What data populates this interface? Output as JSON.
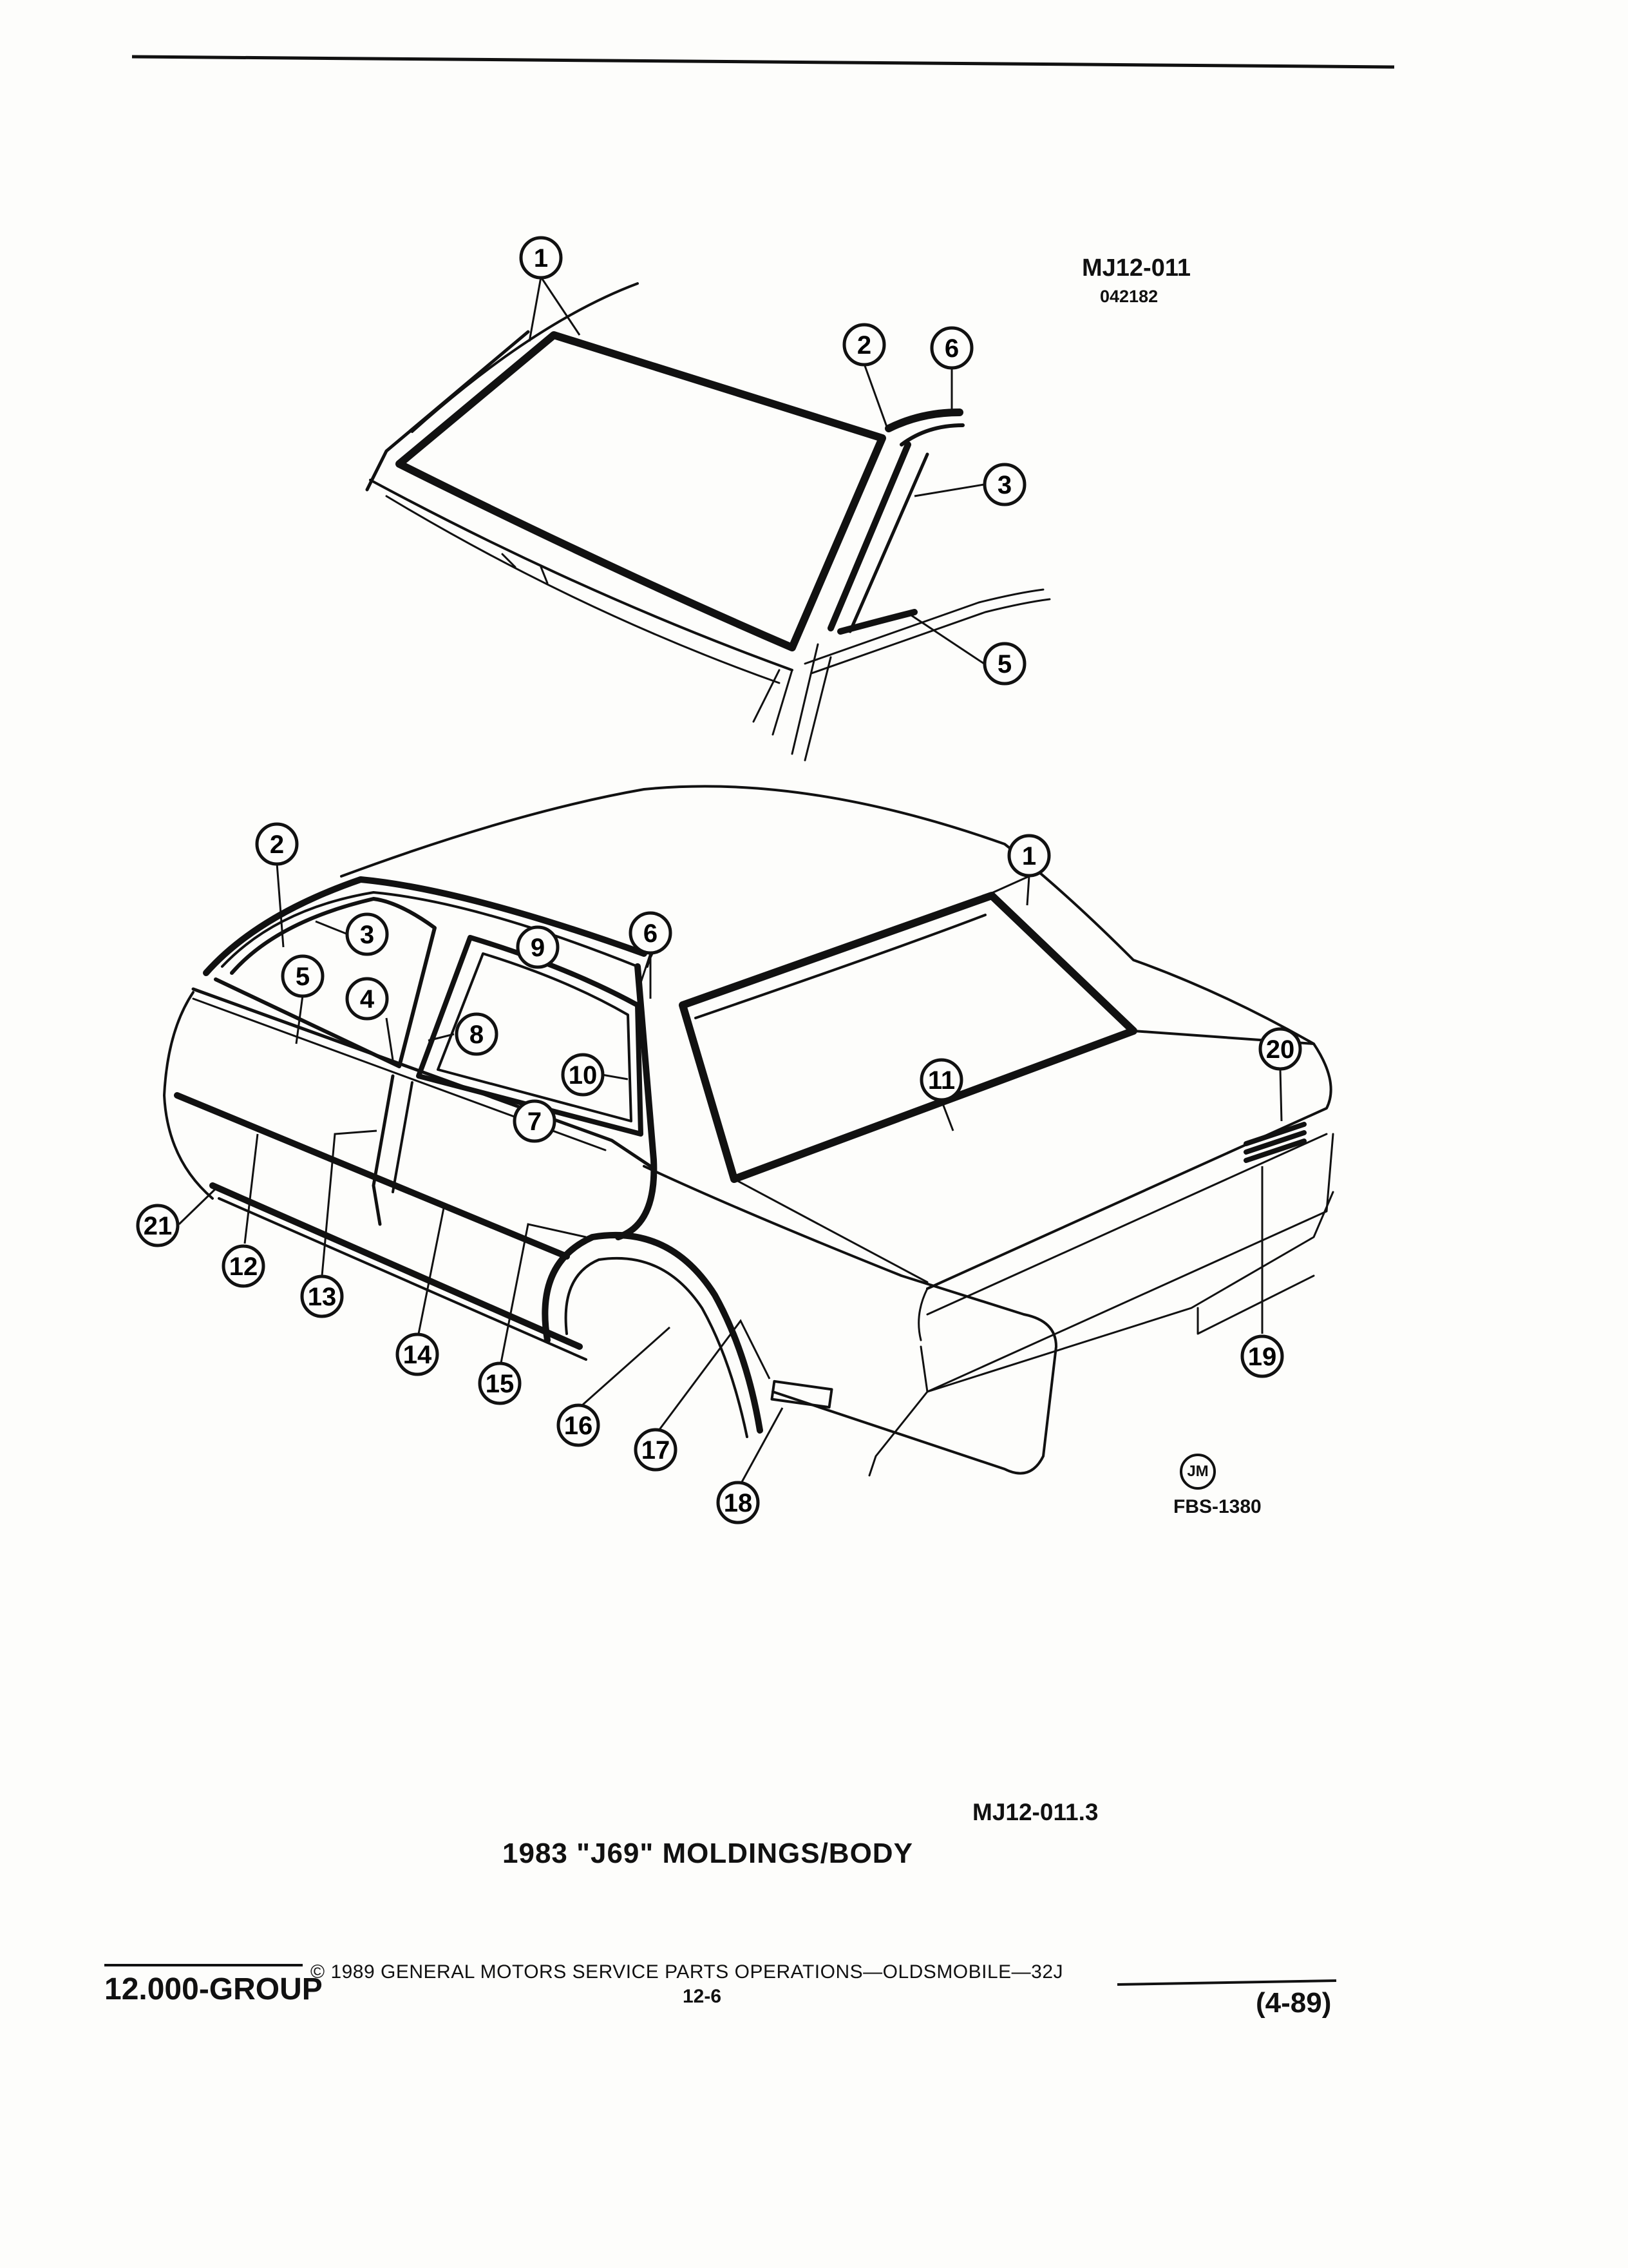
{
  "diagram": {
    "figure_code": "MJ12-011",
    "figure_date": "042182",
    "illustrator_mark": "JM",
    "illustration_code": "FBS-1380",
    "sub_code": "MJ12-011.3",
    "title": "1983 \"J69\" MOLDINGS/BODY"
  },
  "callouts_top": [
    {
      "label": "1"
    },
    {
      "label": "2"
    },
    {
      "label": "6"
    },
    {
      "label": "3"
    },
    {
      "label": "5"
    }
  ],
  "callouts_car": [
    {
      "label": "2"
    },
    {
      "label": "3"
    },
    {
      "label": "5"
    },
    {
      "label": "4"
    },
    {
      "label": "9"
    },
    {
      "label": "8"
    },
    {
      "label": "6"
    },
    {
      "label": "10"
    },
    {
      "label": "7"
    },
    {
      "label": "1"
    },
    {
      "label": "11"
    },
    {
      "label": "20"
    },
    {
      "label": "21"
    },
    {
      "label": "12"
    },
    {
      "label": "13"
    },
    {
      "label": "14"
    },
    {
      "label": "15"
    },
    {
      "label": "16"
    },
    {
      "label": "17"
    },
    {
      "label": "18"
    },
    {
      "label": "19"
    }
  ],
  "footer": {
    "group": "12.000-GROUP",
    "copyright": "© 1989 GENERAL MOTORS SERVICE PARTS OPERATIONS—OLDSMOBILE—32J",
    "page": "12-6",
    "revision": "(4-89)"
  }
}
